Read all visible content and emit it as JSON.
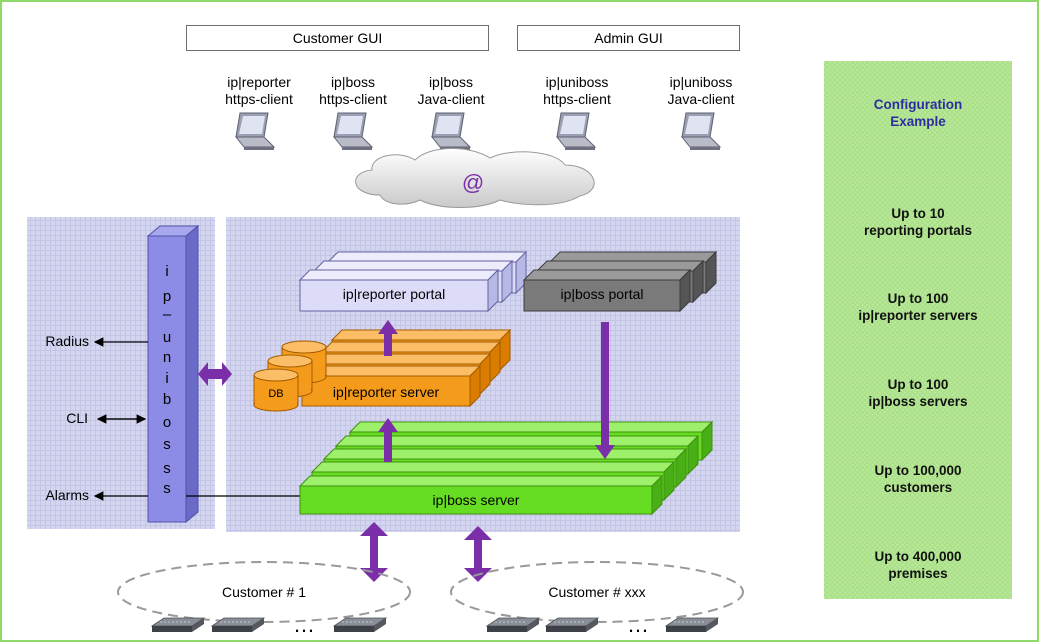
{
  "gui": {
    "customer": "Customer GUI",
    "admin": "Admin GUI"
  },
  "clients": [
    {
      "line1": "ip|reporter",
      "line2": "https-client"
    },
    {
      "line1": "ip|boss",
      "line2": "https-client"
    },
    {
      "line1": "ip|boss",
      "line2": "Java-client"
    },
    {
      "line1": "ip|uniboss",
      "line2": "https-client"
    },
    {
      "line1": "ip|uniboss",
      "line2": "Java-client"
    }
  ],
  "cloud_label": "@",
  "uniboss_letters": [
    "i",
    "p",
    "–",
    "u",
    "n",
    "i",
    "b",
    "o",
    "s",
    "s"
  ],
  "external": {
    "radius": "Radius",
    "cli": "CLI",
    "alarms": "Alarms"
  },
  "components": {
    "reporter_portal": "ip|reporter portal",
    "boss_portal": "ip|boss portal",
    "db": "DB",
    "reporter_server": "ip|reporter server",
    "boss_server": "ip|boss server"
  },
  "customers": {
    "first": "Customer # 1",
    "last": "Customer # xxx",
    "ellipsis": "…"
  },
  "config": {
    "title_line1": "Configuration",
    "title_line2": "Example",
    "items": [
      {
        "line1": "Up to 10",
        "line2": "reporting portals"
      },
      {
        "line1": "Up to 100",
        "line2": "ip|reporter servers"
      },
      {
        "line1": "Up to 100",
        "line2": "ip|boss servers"
      },
      {
        "line1": "Up to 100,000",
        "line2": "customers"
      },
      {
        "line1": "Up to 400,000",
        "line2": "premises"
      }
    ]
  },
  "colors": {
    "frame_border": "#8ed96a",
    "grid_bg": "#d2d3ee",
    "green_box": "#66dd22",
    "green_panel": "#b8e89a",
    "orange": "#f59b1c",
    "portal_light": "#dcdcf8",
    "portal_dark": "#7a7a7a",
    "uniboss": "#8c8ce6",
    "arrow": "#7a2fa8"
  }
}
